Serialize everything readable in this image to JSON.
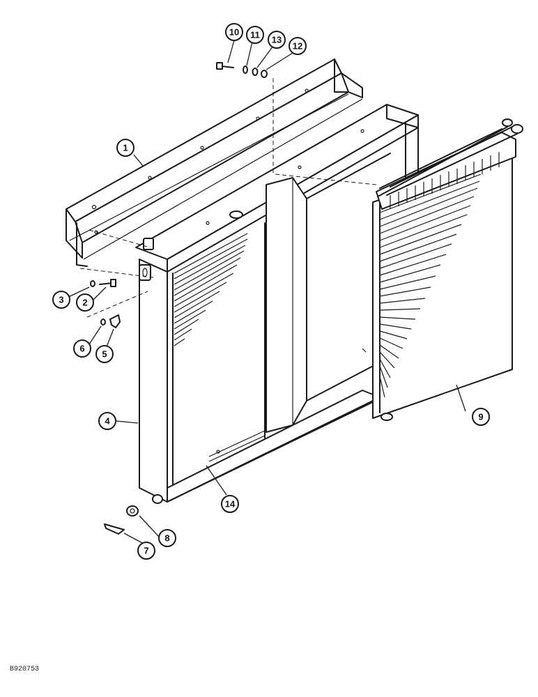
{
  "figure": {
    "reference_code": "B920753",
    "callouts": [
      {
        "id": "c1",
        "label": "1"
      },
      {
        "id": "c2",
        "label": "2"
      },
      {
        "id": "c3",
        "label": "3"
      },
      {
        "id": "c4",
        "label": "4"
      },
      {
        "id": "c5",
        "label": "5"
      },
      {
        "id": "c6",
        "label": "6"
      },
      {
        "id": "c7",
        "label": "7"
      },
      {
        "id": "c8",
        "label": "8"
      },
      {
        "id": "c9",
        "label": "9"
      },
      {
        "id": "c10",
        "label": "10"
      },
      {
        "id": "c11",
        "label": "11"
      },
      {
        "id": "c12",
        "label": "12"
      },
      {
        "id": "c13",
        "label": "13"
      },
      {
        "id": "c14",
        "label": "14"
      }
    ]
  }
}
